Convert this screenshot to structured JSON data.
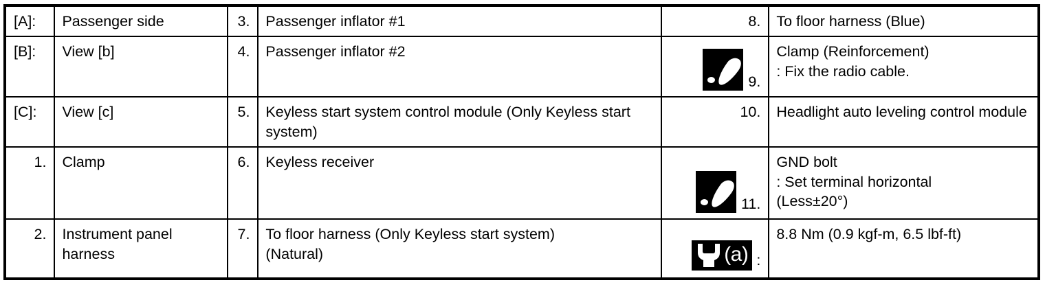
{
  "table": {
    "columns": [
      "key",
      "key_label",
      "number",
      "item_label",
      "marker",
      "marker_label"
    ],
    "rows": [
      {
        "key": "[A]:",
        "key_label": "Passenger side",
        "number": "3.",
        "item_label": "Passenger inflator #1",
        "marker_number": "8.",
        "marker_icon": "none",
        "marker_label_line1": "To floor harness (Blue)",
        "marker_label_line2": ""
      },
      {
        "key": "[B]:",
        "key_label": "View [b]",
        "number": "4.",
        "item_label": "Passenger inflator #2",
        "marker_number": "9.",
        "marker_icon": "clamp-icon",
        "marker_label_line1": "Clamp (Reinforcement)",
        "marker_label_line2": ": Fix the radio cable."
      },
      {
        "key": "[C]:",
        "key_label": "View [c]",
        "number": "5.",
        "item_label": "Keyless start system control module (Only Keyless start system)",
        "marker_number": "10.",
        "marker_icon": "none",
        "marker_label_line1": "Headlight auto leveling control module",
        "marker_label_line2": ""
      },
      {
        "key": "1.",
        "key_label": "Clamp",
        "number": "6.",
        "item_label": "Keyless receiver",
        "marker_number": "11.",
        "marker_icon": "clamp-icon",
        "marker_label_line1": "GND bolt",
        "marker_label_line2": ": Set terminal horizontal",
        "marker_label_line3": "(Less±20°)"
      },
      {
        "key": "2.",
        "key_label_line1": "Instrument panel",
        "key_label_line2": "harness",
        "number": "7.",
        "item_label_line1": "To floor harness (Only Keyless start system)",
        "item_label_line2": "(Natural)",
        "marker_number": ":",
        "marker_icon": "wrench-a-icon",
        "marker_icon_text": "(a)",
        "marker_label_line1": "8.8 Nm (0.9 kgf-m, 6.5 lbf-ft)",
        "marker_label_line2": ""
      }
    ]
  },
  "colors": {
    "ink": "#000000",
    "paper": "#ffffff"
  }
}
